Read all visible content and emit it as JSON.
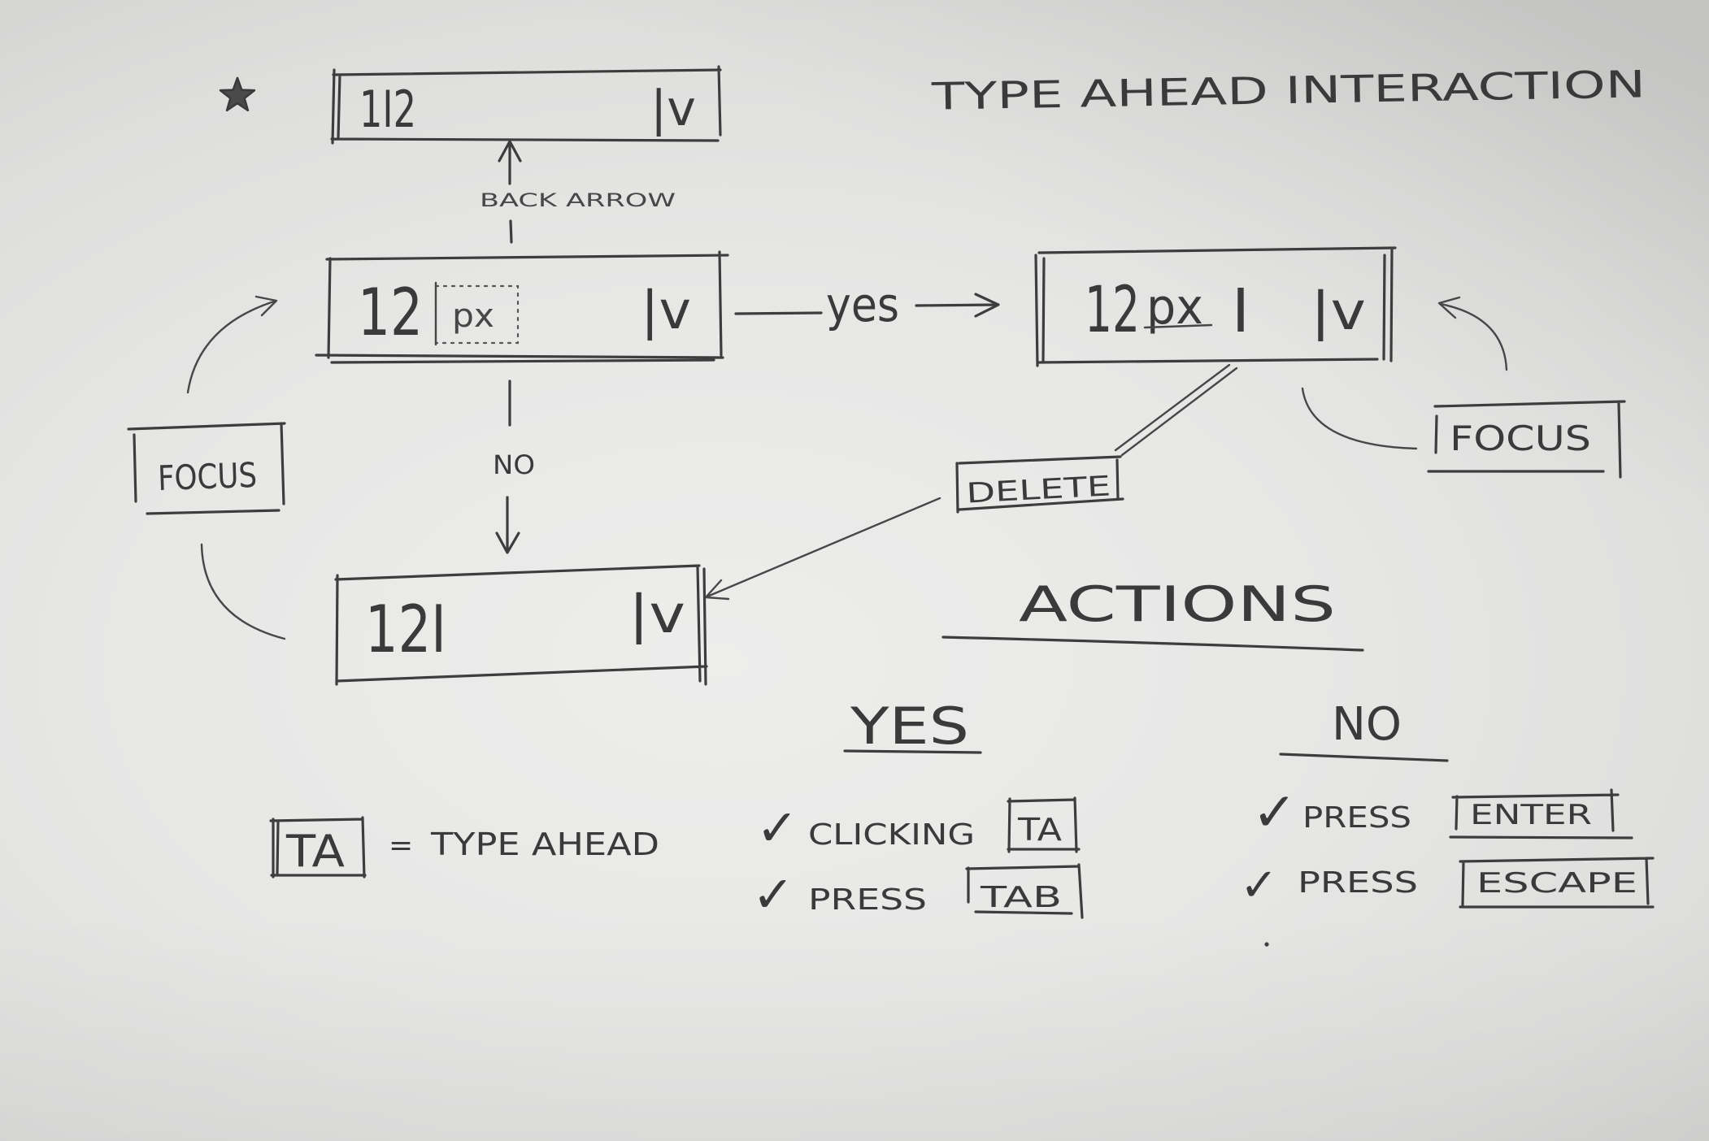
{
  "title": "TYPE AHEAD INTERACTION",
  "icons": {
    "star": "star-icon",
    "dropdown": "chevron-down-icon",
    "check": "check-icon",
    "arrow": "arrow-icon"
  },
  "states": {
    "cursor_back": {
      "value": "1I2",
      "dropdown": "|v"
    },
    "suggested": {
      "typed": "12",
      "suggestion": "px",
      "dropdown": "|v"
    },
    "accepted": {
      "typed": "12",
      "completion": "px",
      "cursor": "I",
      "dropdown": "|v"
    },
    "declined": {
      "value": "12I",
      "dropdown": "|v"
    }
  },
  "transitions": {
    "back_arrow": "BACK ARROW",
    "yes": "yes",
    "no": "NO",
    "delete": "DELETE",
    "focus_left": "FOCUS",
    "focus_right": "FOCUS"
  },
  "legend": {
    "key": "TA",
    "equals": "=",
    "meaning": "TYPE AHEAD"
  },
  "actions": {
    "heading": "ACTIONS",
    "yes": {
      "heading": "YES",
      "items": [
        {
          "check": "✓",
          "verb": "CLICKING",
          "key": "TA"
        },
        {
          "check": "✓",
          "verb": "PRESS",
          "key": "TAB"
        }
      ]
    },
    "no": {
      "heading": "NO",
      "items": [
        {
          "check": "✓",
          "verb": "PRESS",
          "key": "ENTER"
        },
        {
          "check": "✓",
          "verb": "PRESS",
          "key": "ESCAPE"
        }
      ]
    }
  },
  "colors": {
    "paper": "#e6e6e5",
    "pencil": "#3d3d3d"
  }
}
